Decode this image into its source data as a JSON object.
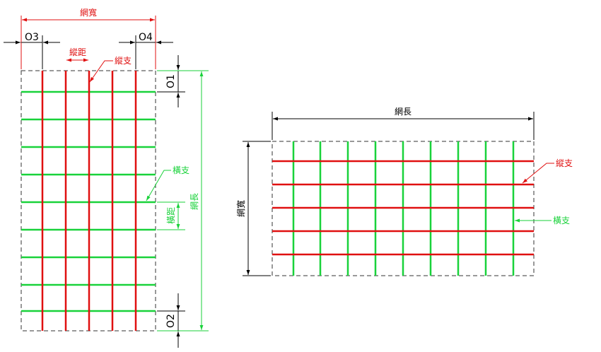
{
  "colors": {
    "red": "#e01010",
    "green": "#19d23a",
    "dim": "#000000",
    "border": "#333333"
  },
  "left_panel": {
    "width_label": "網寬",
    "o3_label": "O3",
    "o4_label": "O4",
    "long_pitch_label": "縱距",
    "longitudinal_label": "縱支",
    "o1_label": "O1",
    "transverse_label": "橫支",
    "trans_pitch_label": "橫距",
    "length_label": "網長",
    "o2_label": "O2"
  },
  "right_panel": {
    "length_label": "網長",
    "width_label": "網寬",
    "longitudinal_label": "縱支",
    "transverse_label": "橫支"
  }
}
